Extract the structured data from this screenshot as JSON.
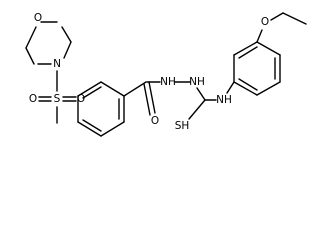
{
  "structure": {
    "atoms": {
      "ring_oxygen": "O",
      "morpholine_nitrogen": "N",
      "sulfonyl_sulfur": "S",
      "sulfonyl_oxygen_left": "O",
      "sulfonyl_oxygen_right": "O",
      "carbonyl_oxygen": "O",
      "hydrazide_nh_1": "NH",
      "hydrazide_nh_2": "NH",
      "thiol_sulfur": "SH",
      "anilino_nh": "NH",
      "ether_oxygen": "O"
    }
  },
  "colors": {
    "bond": "#000000",
    "label": "#000000",
    "background": "#ffffff"
  }
}
